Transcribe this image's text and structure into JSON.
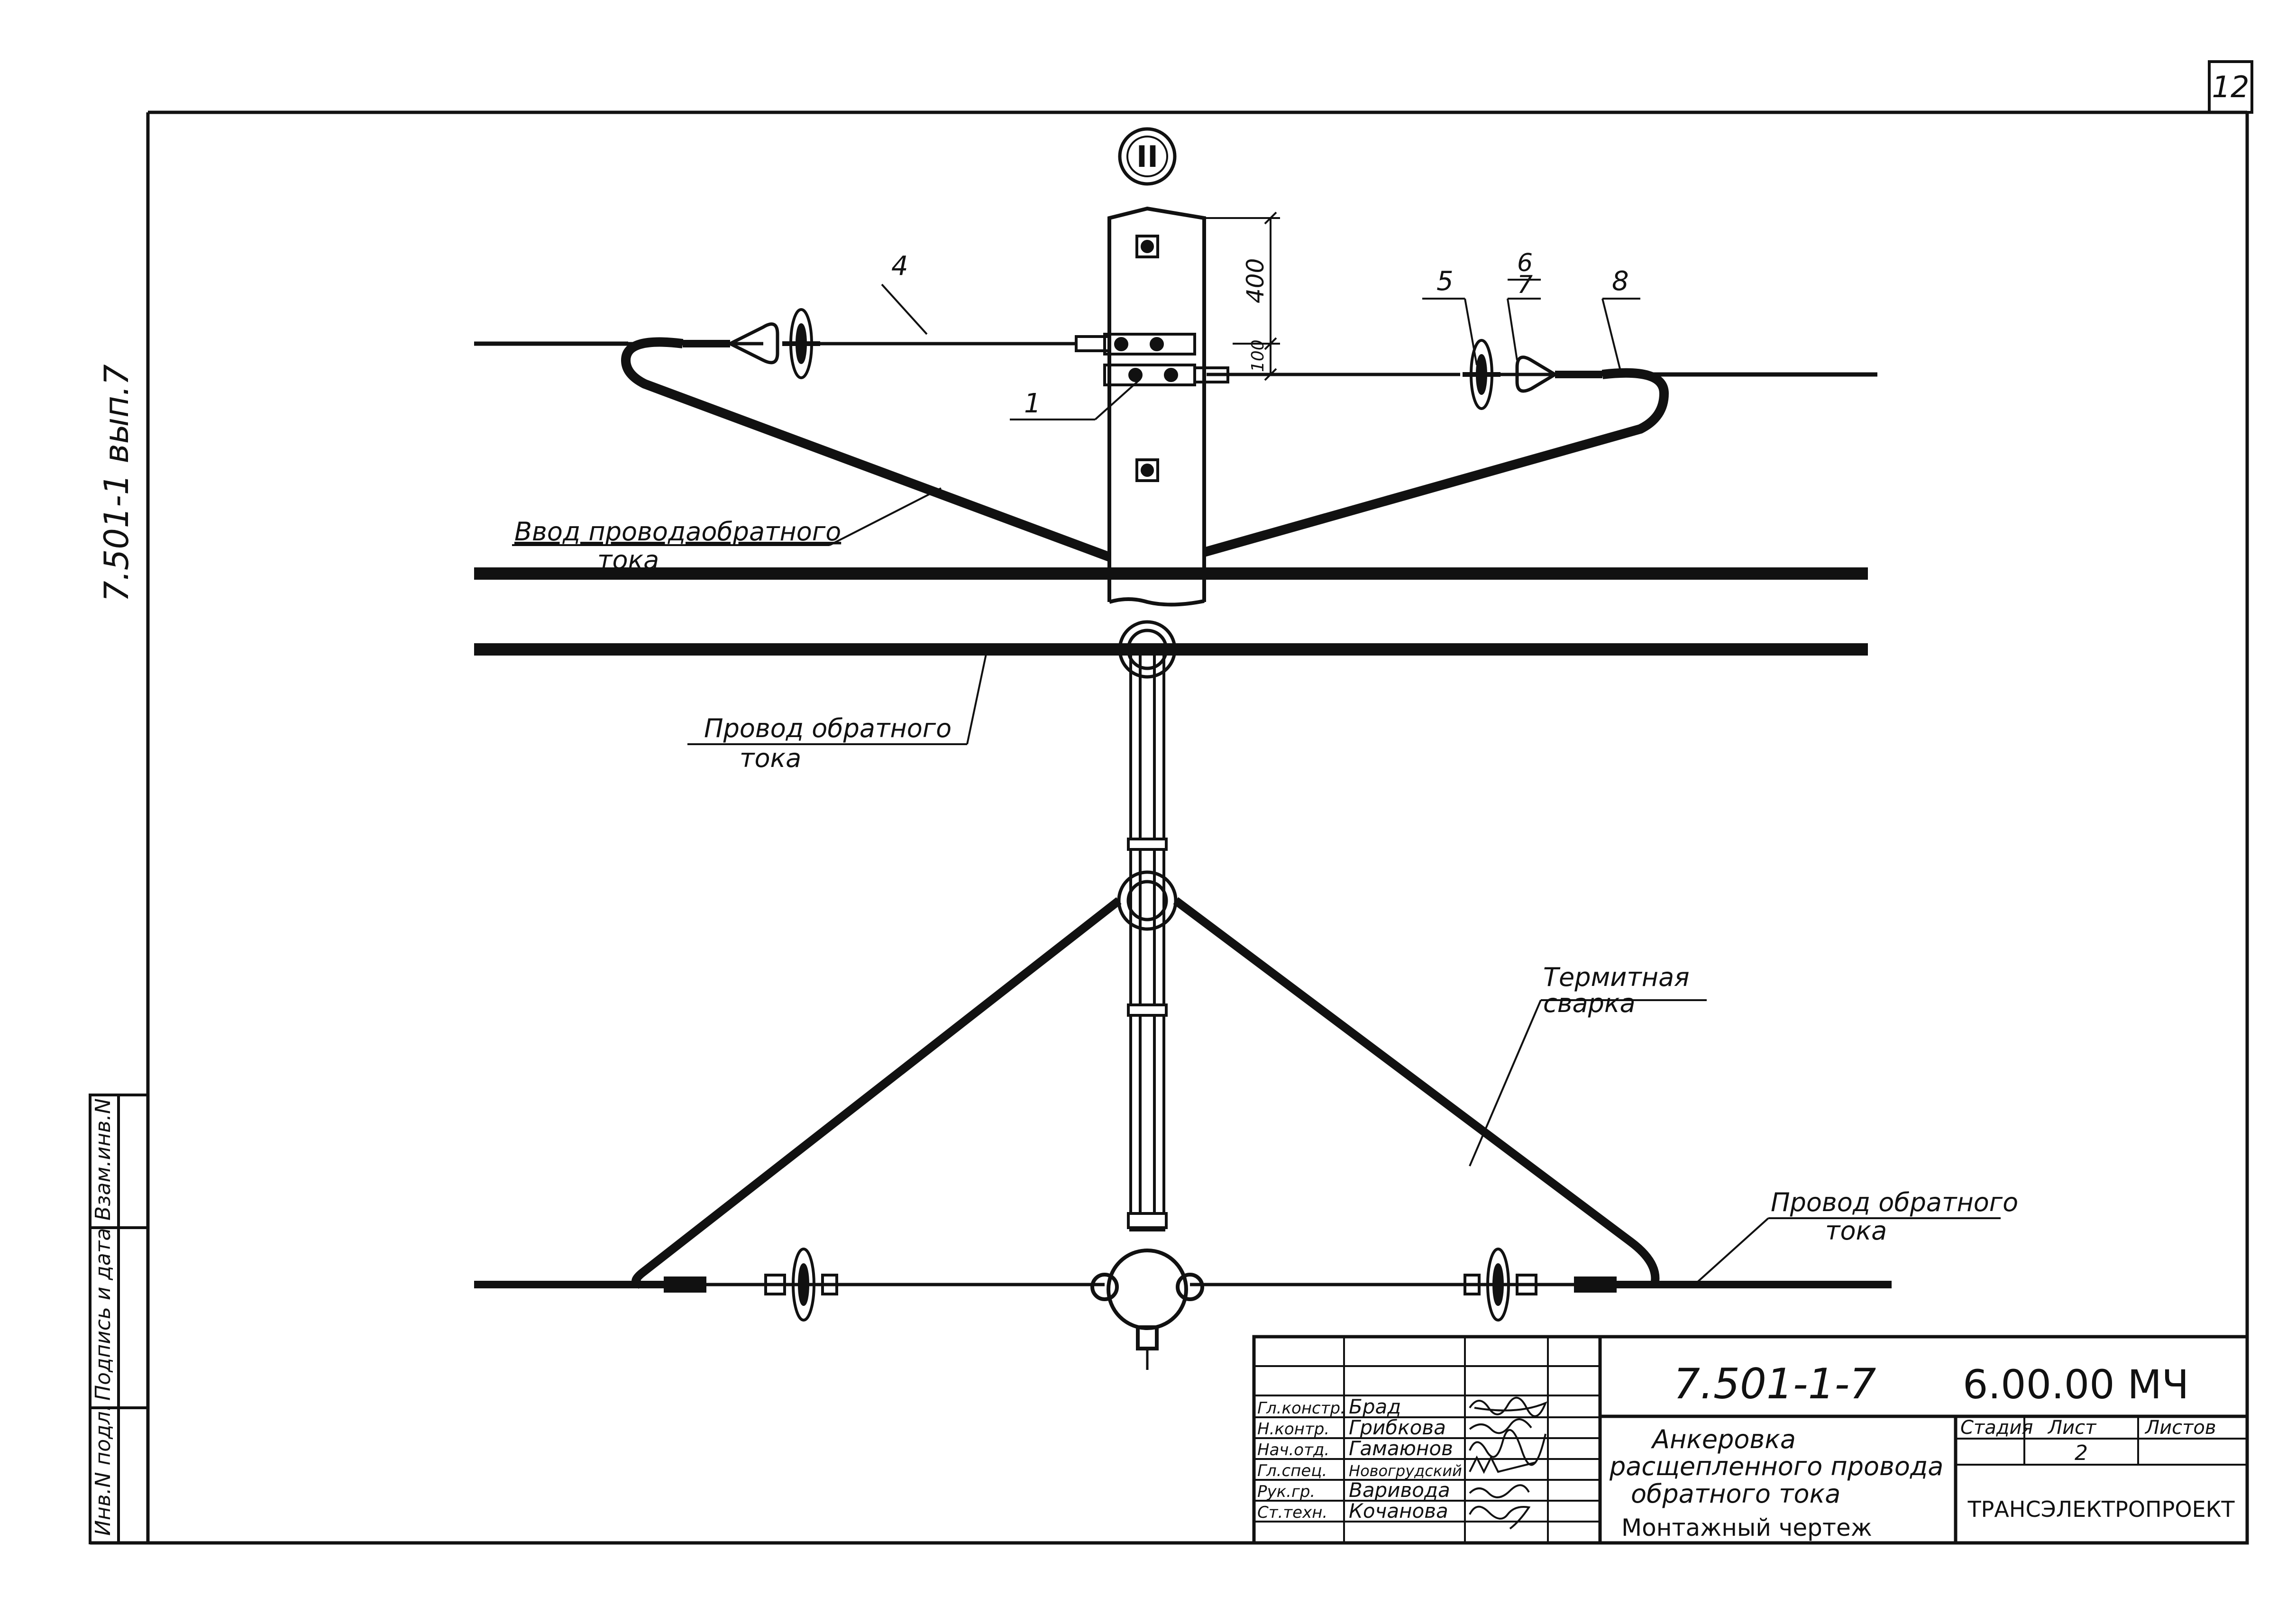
{
  "sheet": {
    "page_number": "12",
    "doc_code_side": "7.501-1  вып.7",
    "section_mark": "II"
  },
  "dimensions": {
    "top": "400",
    "gap": "100"
  },
  "callouts": {
    "c1": "1",
    "c4": "4",
    "c5": "5",
    "c6": "6",
    "c7": "7",
    "c8": "8"
  },
  "labels": {
    "feed_wire_line1": "Ввод проводаобратного",
    "feed_wire_line2": "тока",
    "return_wire_left_line1": "Провод обратного",
    "return_wire_left_line2": "тока",
    "thermite_line1": "Термитная",
    "thermite_line2": "сварка",
    "return_wire_right_line1": "Провод обратного",
    "return_wire_right_line2": "тока"
  },
  "left_stamp": {
    "col1": "Инв.N подл.",
    "col2": "Подпись и дата",
    "col3": "Взам.инв.N"
  },
  "title_block": {
    "doc_number": "7.501-1-7",
    "sheet_code": "6.00.00 МЧ",
    "title_line1": "Анкеровка",
    "title_line2": "расщепленного провода",
    "title_line3": "обратного тока",
    "title_line4": "Монтажный чертеж",
    "stage_header": "Стадия",
    "sheet_header": "Лист",
    "sheets_header": "Листов",
    "sheet_value": "2",
    "organization": "ТРАНСЭЛЕКТРОПРОЕКТ",
    "signers": [
      {
        "role": "Гл.констр.",
        "name": "Брад"
      },
      {
        "role": "Н.контр.",
        "name": "Грибкова"
      },
      {
        "role": "Нач.отд.",
        "name": "Гамаюнов"
      },
      {
        "role": "Гл.спец.",
        "name": "Новогрудский"
      },
      {
        "role": "Рук.гр.",
        "name": "Варивода"
      },
      {
        "role": "Ст.техн.",
        "name": "Кочанова"
      }
    ]
  }
}
